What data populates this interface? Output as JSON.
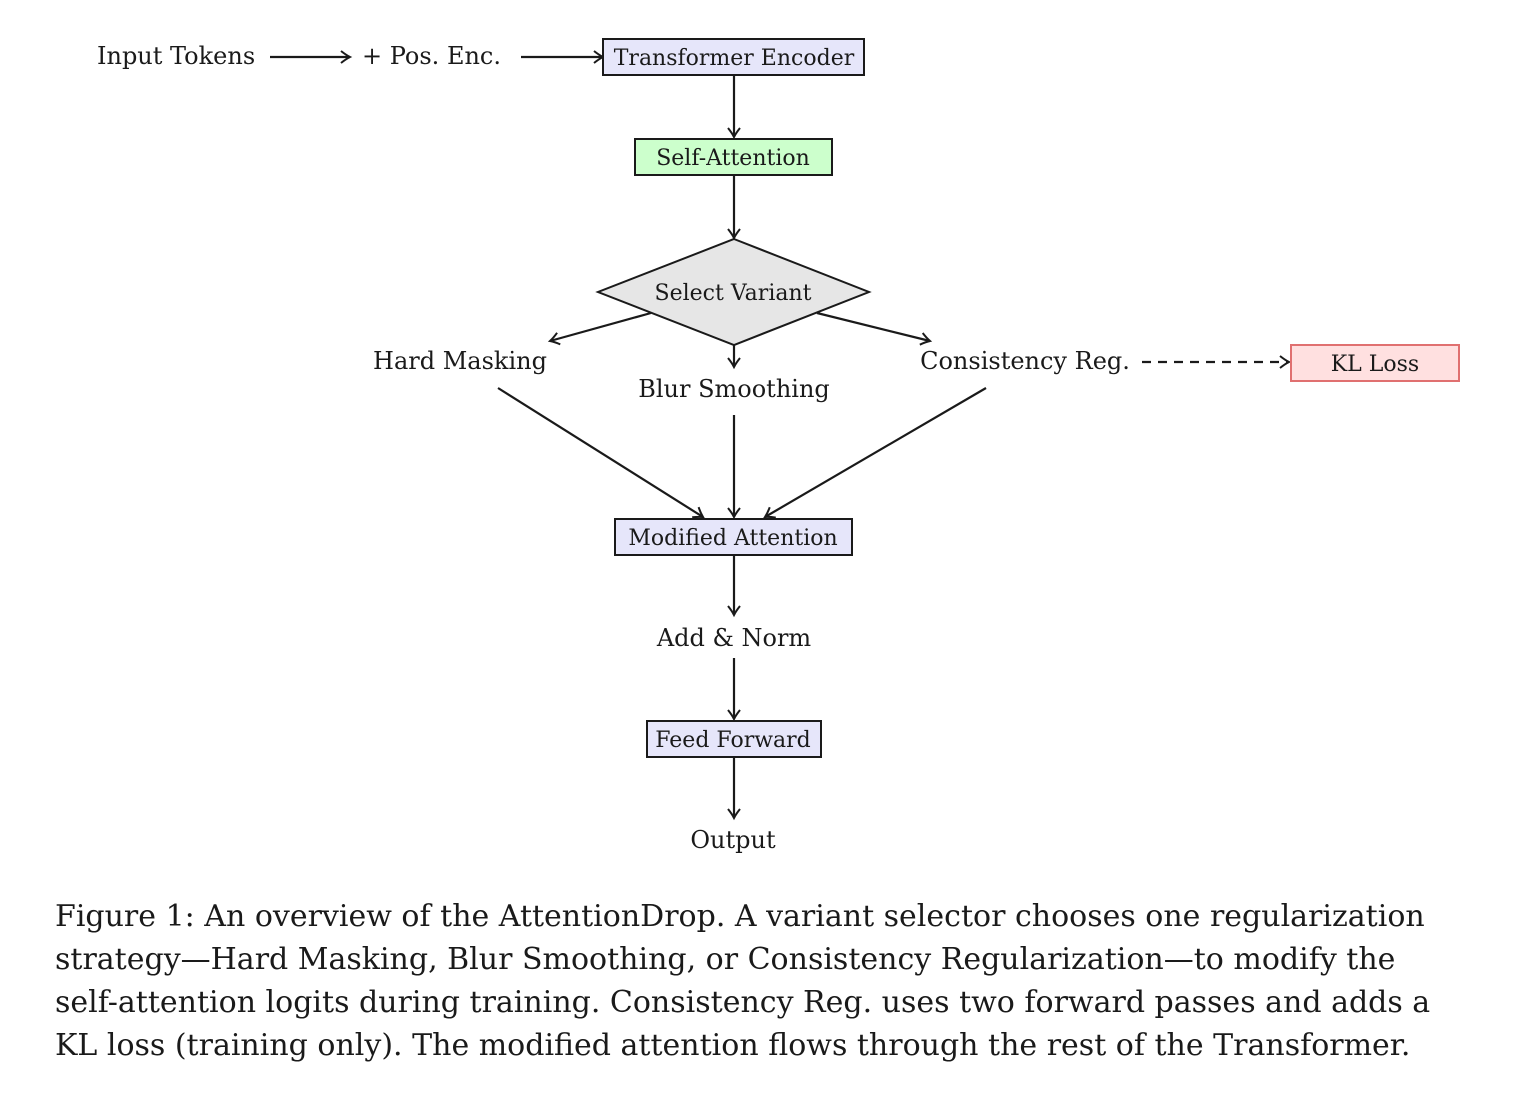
{
  "diagram": {
    "nodes": {
      "input_tokens": "Input Tokens",
      "pos_enc": "+ Pos. Enc.",
      "transformer_encoder": "Transformer Encoder",
      "self_attention": "Self-Attention",
      "select_variant": "Select Variant",
      "hard_masking": "Hard Masking",
      "blur_smoothing": "Blur Smoothing",
      "consistency_reg": "Consistency Reg.",
      "kl_loss": "KL Loss",
      "modified_attention": "Modified Attention",
      "add_norm": "Add & Norm",
      "feed_forward": "Feed Forward",
      "output": "Output"
    },
    "colors": {
      "blue_box": "#e6e6fa",
      "green_box": "#ccffcc",
      "gray_diamond": "#e6e6e6",
      "red_box_fill": "#ffe0e0",
      "red_box_stroke": "#e07070"
    }
  },
  "caption": {
    "lines": [
      "Figure 1:  An overview of the AttentionDrop.  A variant selector chooses one regularization",
      "strategy—Hard Masking, Blur Smoothing, or Consistency Regularization—to modify the",
      "self-attention logits during training.  Consistency Reg.  uses two forward passes and adds a",
      "KL loss (training only).  The modified attention flows through the rest of the Transformer."
    ]
  }
}
